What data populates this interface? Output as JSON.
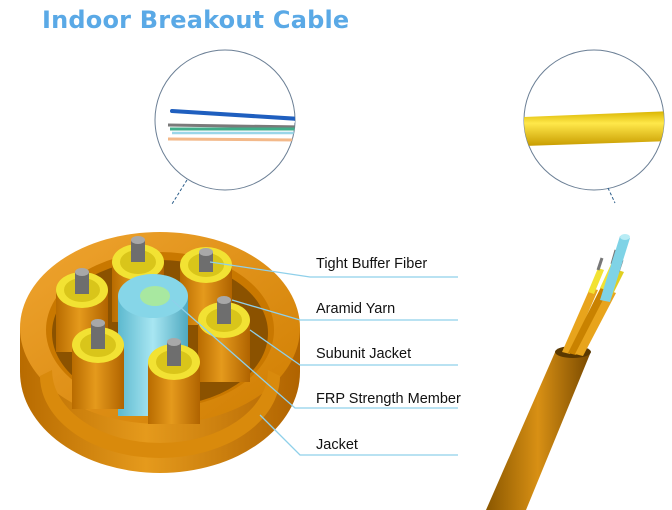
{
  "title": "Indoor Breakout Cable",
  "labels": {
    "tight_buffer_fiber": "Tight Buffer Fiber",
    "aramid_yarn": "Aramid Yarn",
    "subunit_jacket": "Subunit Jacket",
    "frp_strength_member": "FRP Strength Member",
    "jacket": "Jacket"
  },
  "colors": {
    "title": "#5aa9e6",
    "jacket_orange": "#e08a00",
    "subunit_yellow": "#f2e233",
    "frp_cyan": "#7fd3e6",
    "leader_line": "#8fd0ea"
  }
}
